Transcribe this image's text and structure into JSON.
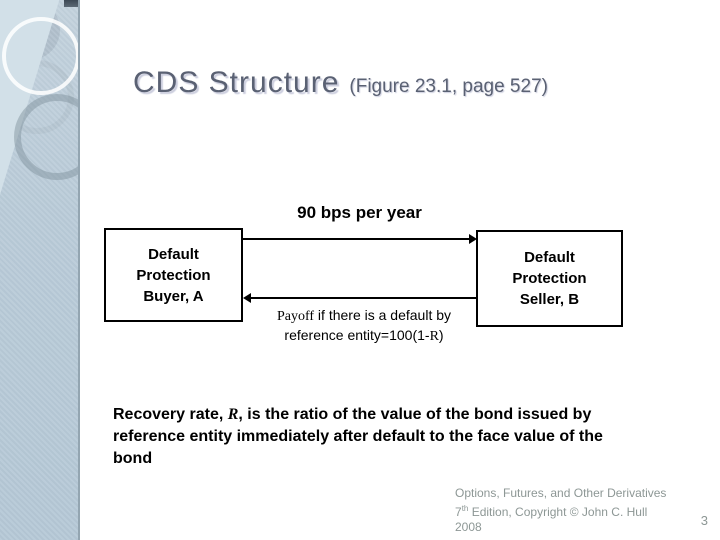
{
  "slide": {
    "title": "CDS Structure",
    "subtitle": "(Figure 23.1, page 527)"
  },
  "diagram": {
    "premium_label": "90 bps per year",
    "buyer_box": {
      "line1": "Default",
      "line2": "Protection",
      "line3": "Buyer, A"
    },
    "seller_box": {
      "line1": "Default",
      "line2": "Protection",
      "line3": "Seller, B"
    },
    "payoff": {
      "word_serif": "Payoff",
      "line1_rest": " if there is a default by",
      "line2_pre": "reference entity=100(1-",
      "r_var": "R",
      "line2_post": ")"
    }
  },
  "body": {
    "pre": "Recovery rate, ",
    "r_var": "R",
    "post": ", is the ratio of the value of the bond issued by reference entity immediately after default to the face value of the bond"
  },
  "footer": {
    "line1": "Options, Futures, and Other Derivatives",
    "edition_num": "7",
    "edition_sup": "th",
    "line2_rest": " Edition, Copyright © John C. Hull",
    "line3": "2008",
    "page_number": "3"
  },
  "colors": {
    "title_text": "#5a6173",
    "sidebar_bg": "#b9cbd8",
    "footer_text": "#8d9795",
    "box_border": "#000000"
  }
}
